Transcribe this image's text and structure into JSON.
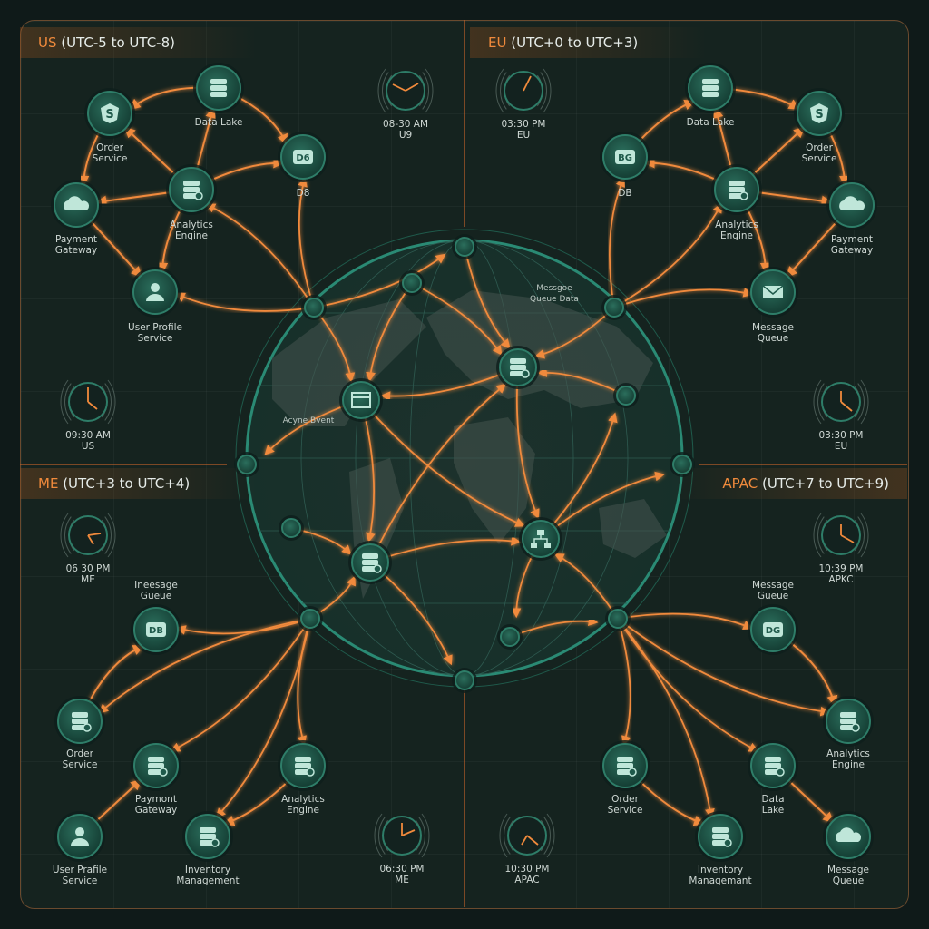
{
  "colors": {
    "accent": "#f08a3c",
    "node": "#1f5a4b",
    "node_ring": "#2e7d68",
    "background": "#15231f",
    "globe_ring": "#2a8a74"
  },
  "regions": {
    "us": {
      "name": "US",
      "range": "(UTC-5 to UTC-8)"
    },
    "eu": {
      "name": "EU",
      "range": "(UTC+0 to UTC+3)"
    },
    "me": {
      "name": "ME",
      "range": "(UTC+3 to UTC+4)"
    },
    "apac": {
      "name": "APAC",
      "range": "(UTC+7 to UTC+9)"
    }
  },
  "clocks": [
    {
      "time": "08-30 AM",
      "zone": "U9"
    },
    {
      "time": "09:30 AM",
      "zone": "US"
    },
    {
      "time": "03:30 PM",
      "zone": "EU"
    },
    {
      "time": "03:30 PM",
      "zone": "EU"
    },
    {
      "time": "06 30 PM",
      "zone": "ME"
    },
    {
      "time": "06:30 PM",
      "zone": "ME"
    },
    {
      "time": "10:39 PM",
      "zone": "APKC"
    },
    {
      "time": "10:30 PM",
      "zone": "APAC"
    }
  ],
  "nodes": [
    {
      "l1": "Order",
      "l2": "Service",
      "icon": "shield-s"
    },
    {
      "l1": "Data Lake",
      "l2": "",
      "icon": "database"
    },
    {
      "l1": "D8",
      "l2": "",
      "icon": "db-badge",
      "badge": "D6"
    },
    {
      "l1": "Payment",
      "l2": "Gateway",
      "icon": "cloud"
    },
    {
      "l1": "Analytics",
      "l2": "Engine",
      "icon": "database-gear"
    },
    {
      "l1": "User Profile",
      "l2": "Service",
      "icon": "user"
    },
    {
      "l1": "Data Lake",
      "l2": "",
      "icon": "database"
    },
    {
      "l1": "Order",
      "l2": "Service",
      "icon": "shield-s"
    },
    {
      "l1": "DB",
      "l2": "",
      "icon": "db-badge",
      "badge": "BG"
    },
    {
      "l1": "Analytics",
      "l2": "Engine",
      "icon": "database-gear"
    },
    {
      "l1": "Payment",
      "l2": "Gateway",
      "icon": "cloud"
    },
    {
      "l1": "Message",
      "l2": "Queue",
      "icon": "mail"
    },
    {
      "l1": "Ineesage",
      "l2": "Gueue",
      "icon": "db-badge",
      "badge": "DB"
    },
    {
      "l1": "Order",
      "l2": "Service",
      "icon": "database-gear"
    },
    {
      "l1": "Paymont",
      "l2": "Gateway",
      "icon": "database-gear"
    },
    {
      "l1": "Analytics",
      "l2": "Engine",
      "icon": "database-gear"
    },
    {
      "l1": "User Prafile",
      "l2": "Service",
      "icon": "user"
    },
    {
      "l1": "Inventory",
      "l2": "Management",
      "icon": "database-gear"
    },
    {
      "l1": "Message",
      "l2": "Gueue",
      "icon": "db-badge",
      "badge": "DG"
    },
    {
      "l1": "Analytics",
      "l2": "Engine",
      "icon": "database-gear"
    },
    {
      "l1": "Order",
      "l2": "Service",
      "icon": "database-gear"
    },
    {
      "l1": "Data",
      "l2": "Lake",
      "icon": "database-gear"
    },
    {
      "l1": "Inventory",
      "l2": "Managemant",
      "icon": "database-gear"
    },
    {
      "l1": "Message",
      "l2": "Queue",
      "icon": "cloud"
    }
  ],
  "globe": {
    "hubs": [
      {
        "icon": "calendar"
      },
      {
        "icon": "database-gear"
      },
      {
        "icon": "database-gear"
      },
      {
        "icon": "sitemap"
      }
    ],
    "labels": [
      {
        "text": "Messgoe Queue Data"
      },
      {
        "text": "Acyne Bvent"
      }
    ]
  }
}
